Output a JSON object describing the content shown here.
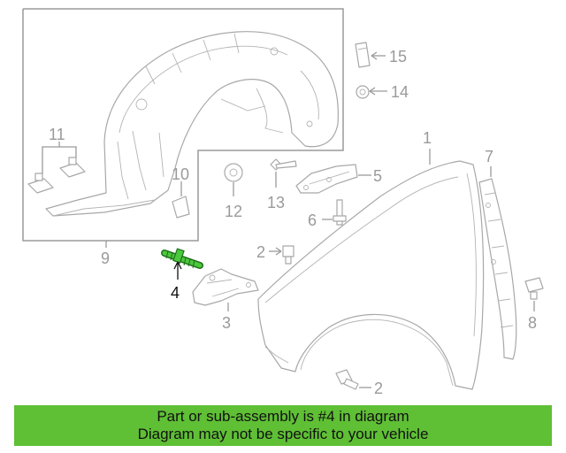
{
  "diagram": {
    "highlighted_part": "4",
    "colors": {
      "outline": "#a8a8a8",
      "label": "#9a9a9a",
      "highlight": "#3aa935",
      "banner": "#5fbf35"
    },
    "labels": {
      "n1": "1",
      "n2a": "2",
      "n2b": "2",
      "n3": "3",
      "n4": "4",
      "n5": "5",
      "n6": "6",
      "n7": "7",
      "n8": "8",
      "n9": "9",
      "n10": "10",
      "n11": "11",
      "n12": "12",
      "n13": "13",
      "n14": "14",
      "n15": "15"
    }
  },
  "banner": {
    "line1": "Part or sub-assembly is #4 in diagram",
    "line2": "Diagram may not be specific to your vehicle"
  }
}
